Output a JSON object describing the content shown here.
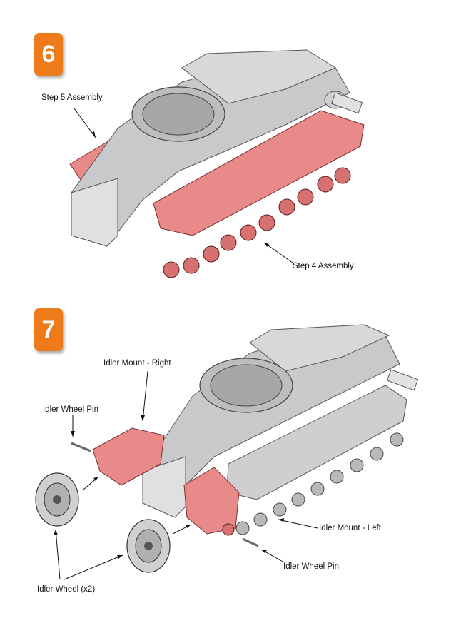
{
  "steps": [
    {
      "number": "6",
      "callouts": {
        "step5": "Step 5 Assembly",
        "step4": "Step 4 Assembly"
      }
    },
    {
      "number": "7",
      "callouts": {
        "idler_mount_right": "Idler Mount - Right",
        "idler_wheel_pin_left": "Idler Wheel Pin",
        "idler_wheel": "Idler Wheel (x2)",
        "idler_mount_left": "Idler Mount - Left",
        "idler_wheel_pin_right": "Idler Wheel Pin"
      }
    }
  ],
  "colors": {
    "badge": "#ef7a1a",
    "highlight_part": "#e88a8a",
    "hull": "#c9c9cc"
  },
  "icons": [
    "step-number-badge",
    "arrow"
  ]
}
